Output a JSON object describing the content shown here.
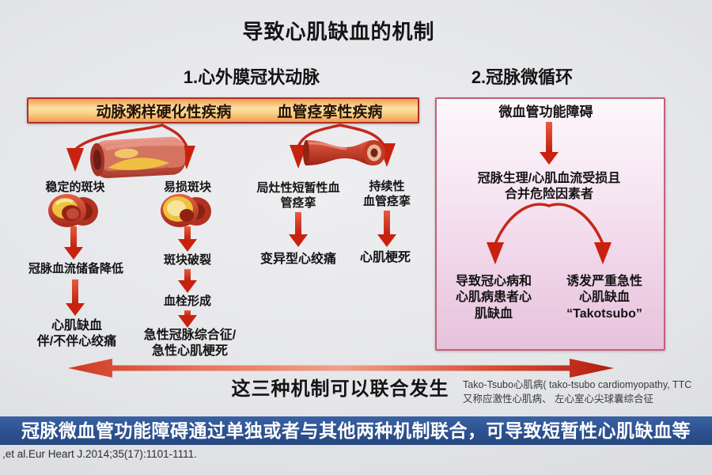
{
  "title": "导致心肌缺血的机制",
  "epicardial": {
    "heading": "1.心外膜冠状动脉",
    "atherosclerosis_label": "动脉粥样硬化性疾病",
    "vasospasm_label": "血管痉挛性疾病",
    "stable_plaque": "稳定的斑块",
    "vulnerable_plaque": "易损斑块",
    "flow_reserve": "冠脉血流储备降低",
    "ischemia_outcome": "心肌缺血\n伴/不伴心绞痛",
    "plaque_rupture": "斑块破裂",
    "thrombosis": "血栓形成",
    "acs_outcome": "急性冠脉综合征/\n急性心肌梗死",
    "focal_spasm": "局灶性短暂性血\n管痉挛",
    "persistent_spasm": "持续性\n血管痉挛",
    "variant_angina": "变异型心绞痛",
    "mi": "心肌梗死"
  },
  "microcirculation": {
    "heading": "2.冠脉微循环",
    "dysfunction": "微血管功能障碍",
    "impaired": "冠脉生理/心肌血流受损且\n合并危险因素者",
    "chd_outcome": "导致冠心病和\n心肌病患者心\n肌缺血",
    "takotsubo_outcome": "诱发严重急性\n心肌缺血\n“Takotsubo”"
  },
  "footer": {
    "combined": "这三种机制可以联合发生",
    "tako_note": "Tako-Tsubo心肌病( tako-tsubo cardiomyopathy, TTC\n又称应激性心肌病、 左心室心尖球囊综合征",
    "banner": "冠脉微血管功能障碍通过单独或者与其他两种机制联合，可导致短暂性心肌缺血等",
    "citation": ",et al.Eur Heart J.2014;35(17):1101-1111."
  },
  "colors": {
    "arrow_red": "#c8220f",
    "bar_border": "#b03028",
    "pink_border": "#c2607a",
    "banner_blue": "#2d5190"
  }
}
